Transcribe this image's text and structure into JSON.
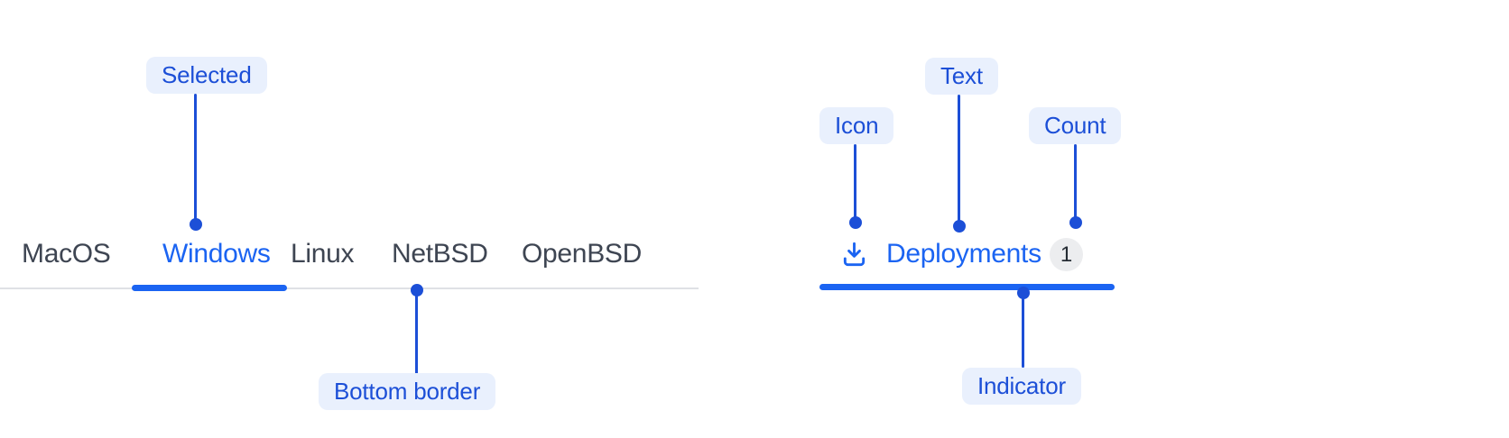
{
  "colors": {
    "accent_blue": "#1B64F2",
    "annotation_blue": "#1C4FD7",
    "annotation_pill_bg": "#E9F0FD",
    "tab_text_gray": "#3E4552",
    "border_gray": "#DFE1E5",
    "badge_bg": "#ECEDEF",
    "badge_text": "#242B33",
    "background": "#FFFFFF"
  },
  "tabs_example": {
    "tabs": [
      {
        "label": "MacOS",
        "selected": false
      },
      {
        "label": "Windows",
        "selected": true
      },
      {
        "label": "Linux",
        "selected": false
      },
      {
        "label": "NetBSD",
        "selected": false
      },
      {
        "label": "OpenBSD",
        "selected": false
      }
    ],
    "annotations": {
      "selected": "Selected",
      "bottom_border": "Bottom border"
    }
  },
  "tab_anatomy": {
    "tab": {
      "icon": "download-icon",
      "label": "Deployments",
      "count": "1"
    },
    "annotations": {
      "icon": "Icon",
      "text": "Text",
      "count": "Count",
      "indicator": "Indicator"
    }
  }
}
